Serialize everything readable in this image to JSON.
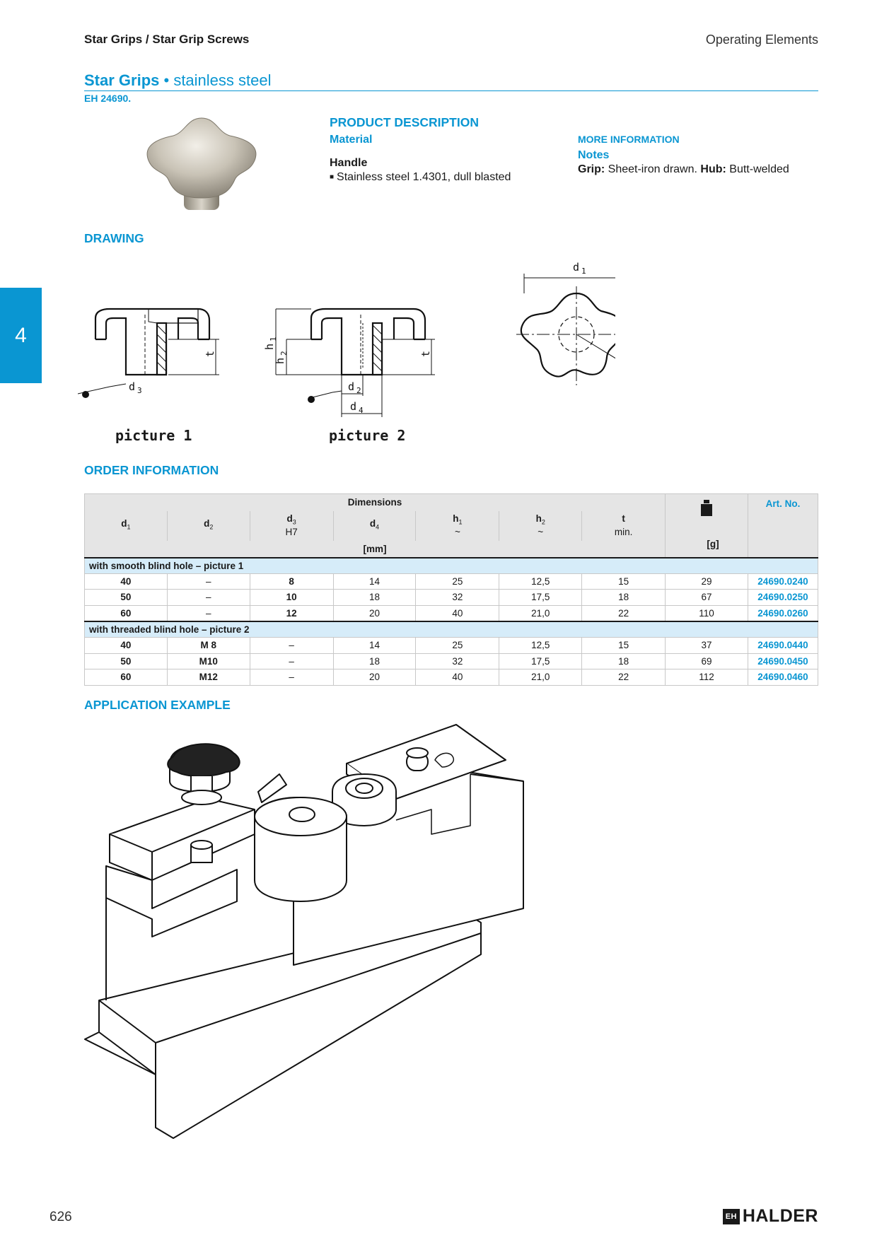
{
  "header": {
    "left": "Star Grips / Star Grip Screws",
    "right": "Operating Elements"
  },
  "title": {
    "main": "Star Grips",
    "separator": " • ",
    "sub": "stainless steel"
  },
  "code": "EH 24690.",
  "side_tab": "4",
  "product_description": {
    "heading": "PRODUCT DESCRIPTION",
    "material_label": "Material",
    "handle_label": "Handle",
    "handle_item": "Stainless steel 1.4301, dull blasted"
  },
  "more_information": {
    "heading": "MORE INFORMATION",
    "notes_label": "Notes",
    "grip_label": "Grip:",
    "grip_text": " Sheet-iron drawn. ",
    "hub_label": "Hub:",
    "hub_text": " Butt-welded"
  },
  "drawing": {
    "heading": "DRAWING",
    "picture1_label": "picture 1",
    "picture2_label": "picture 2",
    "labels": {
      "d1": "d",
      "d1s": "1",
      "d2": "d",
      "d2s": "2",
      "d3": "d",
      "d3s": "3",
      "d4": "d",
      "d4s": "4",
      "h1": "h",
      "h1s": "1",
      "h2": "h",
      "h2s": "2",
      "t": "t"
    }
  },
  "order_information": {
    "heading": "ORDER INFORMATION",
    "dimensions_label": "Dimensions",
    "art_no_label": "Art. No.",
    "mm_label": "[mm]",
    "g_label": "[g]",
    "columns": [
      {
        "name": "d",
        "sub": "1",
        "extra": ""
      },
      {
        "name": "d",
        "sub": "2",
        "extra": ""
      },
      {
        "name": "d",
        "sub": "3",
        "extra": "H7"
      },
      {
        "name": "d",
        "sub": "4",
        "extra": ""
      },
      {
        "name": "h",
        "sub": "1",
        "extra": "~"
      },
      {
        "name": "h",
        "sub": "2",
        "extra": "~"
      },
      {
        "name": "t",
        "sub": "",
        "extra": "min."
      }
    ],
    "groups": [
      {
        "title": "with smooth blind hole – picture 1",
        "rows": [
          [
            "40",
            "–",
            "8",
            "14",
            "25",
            "12,5",
            "15",
            "29",
            "24690.0240"
          ],
          [
            "50",
            "–",
            "10",
            "18",
            "32",
            "17,5",
            "18",
            "67",
            "24690.0250"
          ],
          [
            "60",
            "–",
            "12",
            "20",
            "40",
            "21,0",
            "22",
            "110",
            "24690.0260"
          ]
        ]
      },
      {
        "title": "with threaded blind hole – picture 2",
        "rows": [
          [
            "40",
            "M 8",
            "–",
            "14",
            "25",
            "12,5",
            "15",
            "37",
            "24690.0440"
          ],
          [
            "50",
            "M10",
            "–",
            "18",
            "32",
            "17,5",
            "18",
            "69",
            "24690.0450"
          ],
          [
            "60",
            "M12",
            "–",
            "20",
            "40",
            "21,0",
            "22",
            "112",
            "24690.0460"
          ]
        ]
      }
    ]
  },
  "application_example": {
    "heading": "APPLICATION EXAMPLE"
  },
  "footer": {
    "page": "626",
    "brand": "HALDER",
    "brand_mark": "EH"
  },
  "colors": {
    "accent": "#0a96d2",
    "group_row": "#d6ecf9",
    "header_row": "#e5e5e5"
  }
}
